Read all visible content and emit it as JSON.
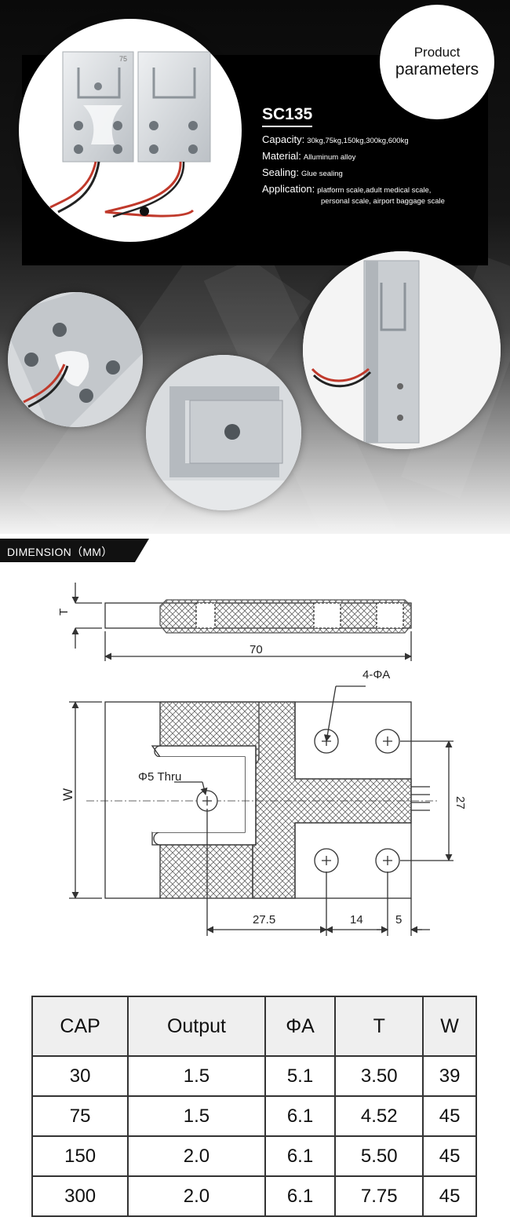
{
  "hero": {
    "badge_line1": "Product",
    "badge_line2": "parameters",
    "model": "SC135",
    "specs": [
      {
        "label": "Capacity:",
        "value": "30kg,75kg,150kg,300kg,600kg"
      },
      {
        "label": "Material:",
        "value": "Alluminum alloy"
      },
      {
        "label": "Sealing:",
        "value": "Glue sealing"
      },
      {
        "label": "Application:",
        "value": "platform scale,adult medical scale,"
      }
    ],
    "application_line2": "personal scale, airport baggage scale",
    "plate_stamp": "75"
  },
  "dimension": {
    "heading": "DIMENSION（MM）",
    "labels": {
      "t": "T",
      "w": "W",
      "length": "70",
      "holes": "4-ΦA",
      "thru": "Φ5 Thru",
      "spacing": "27",
      "d1": "27.5",
      "d2": "14",
      "d3": "5"
    }
  },
  "table": {
    "headers": [
      "CAP",
      "Output",
      "ΦA",
      "T",
      "W"
    ],
    "rows": [
      [
        "30",
        "1.5",
        "5.1",
        "3.50",
        "39"
      ],
      [
        "75",
        "1.5",
        "6.1",
        "4.52",
        "45"
      ],
      [
        "150",
        "2.0",
        "6.1",
        "5.50",
        "45"
      ],
      [
        "300",
        "2.0",
        "6.1",
        "7.75",
        "45"
      ]
    ]
  },
  "colors": {
    "panel": "#000000",
    "dimension_bar": "#111111",
    "table_header": "#efefef"
  }
}
